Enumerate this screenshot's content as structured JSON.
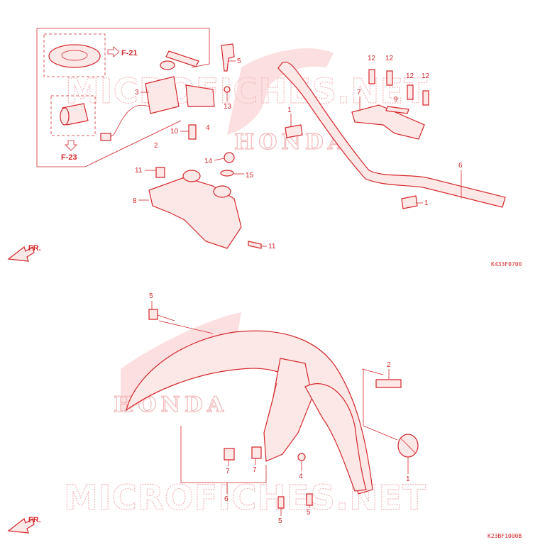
{
  "watermarks": {
    "top_text": "MICROFICHES.NET",
    "bottom_text": "MICROFICHES.NET",
    "brand_top": "HONDA",
    "brand_bottom": "HONDA"
  },
  "upper_diagram": {
    "ref_code": "K433F0700",
    "page_refs": [
      "F-21",
      "F-23"
    ],
    "front_marker": "FR.",
    "callouts": [
      "1",
      "1",
      "2",
      "3",
      "4",
      "5",
      "6",
      "7",
      "8",
      "9",
      "10",
      "11",
      "11",
      "12",
      "12",
      "12",
      "12",
      "13",
      "14",
      "15"
    ]
  },
  "lower_diagram": {
    "ref_code": "K23BF1000B",
    "front_marker": "FR.",
    "callouts": [
      "1",
      "2",
      "4",
      "5",
      "5",
      "5",
      "6",
      "7",
      "7"
    ]
  },
  "colors": {
    "line": "#d4262b",
    "fill": "#fde8e8",
    "watermark": "#f2b8ba"
  }
}
